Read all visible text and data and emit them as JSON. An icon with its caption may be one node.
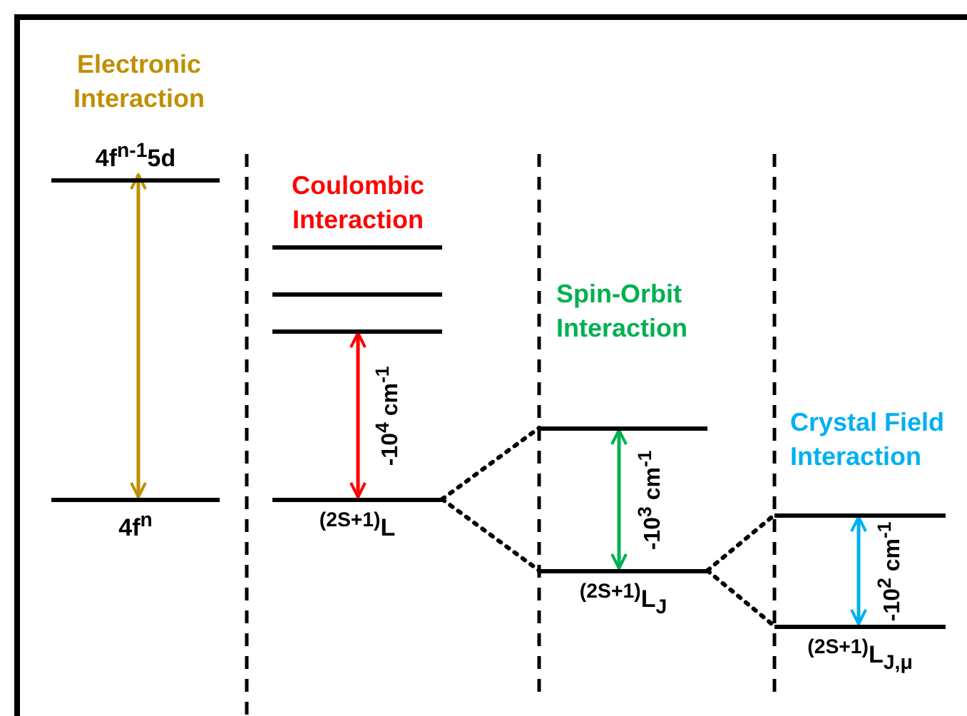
{
  "diagram": {
    "nodes": [
      {
        "text": [
          "4f$^{n-1}$5d"
        ]
      },
      {
        "text": [
          "4f$^{n}$"
        ]
      },
      {
        "text": [],
        "shape": "bar"
      },
      {
        "text": [],
        "shape": "bar"
      },
      {
        "text": [],
        "shape": "bar"
      },
      {
        "text": [
          "$^{(2S+1)}$L"
        ]
      },
      {
        "text": [],
        "shape": "bar"
      },
      {
        "text": [
          "$^{(2S+1)}$L$_{J}$"
        ]
      },
      {
        "text": [],
        "shape": "bar"
      },
      {
        "text": [
          "$^{(2S+1)}$L$_{J,μ}$"
        ]
      }
    ],
    "edges": [
      {
        "from": 1,
        "to": 0,
        "arrow": "both",
        "color": "#bf9000"
      },
      {
        "from": 5,
        "to": 4,
        "arrow": "both",
        "color": "#ff0000",
        "label": "-10$^{4}$ cm$^{-1}$"
      },
      {
        "from": 5,
        "to": 6,
        "arrow": "none",
        "style": "dashed"
      },
      {
        "from": 5,
        "to": 7,
        "arrow": "none",
        "style": "dashed"
      },
      {
        "from": 7,
        "to": 6,
        "arrow": "both",
        "color": "#00b050",
        "label": "-10$^{3}$ cm$^{-1}$"
      },
      {
        "from": 7,
        "to": 8,
        "arrow": "none",
        "style": "dashed"
      },
      {
        "from": 7,
        "to": 9,
        "arrow": "none",
        "style": "dashed"
      },
      {
        "from": 9,
        "to": 8,
        "arrow": "both",
        "color": "#00b0f0",
        "label": "-10$^{2}$ cm$^{-1}$"
      }
    ],
    "labels": [
      "Electronic Interaction",
      "Coulombic Interaction",
      "Spin-Orbit Interaction",
      "Crystal Field Interaction"
    ]
  }
}
